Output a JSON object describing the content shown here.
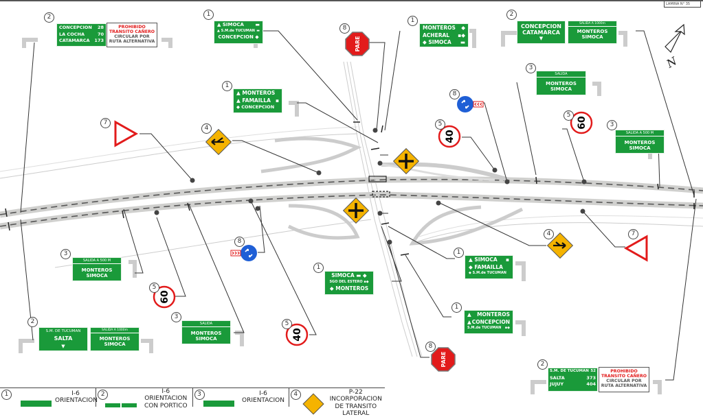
{
  "sheet": {
    "label": "LAMINA N°",
    "number": "35"
  },
  "north_label": "N",
  "signs": {
    "s2_top_left": {
      "ref": "2",
      "rows": [
        [
          "CONCEPCION",
          "28"
        ],
        [
          "LA COCHA",
          "70"
        ],
        [
          "CATAMARCA",
          "173"
        ]
      ],
      "notice": [
        "PROHIBIDO",
        "TRANSITO CAÑERO",
        "CIRCULAR POR",
        "RUTA ALTERNATIVA"
      ]
    },
    "s1_simoca": {
      "ref": "1",
      "rows": [
        "SIMOCA",
        "S.M.de TUCUMAN",
        "CONCEPCION"
      ]
    },
    "s8_pare_top": {
      "ref": "8",
      "text": "PARE"
    },
    "s1_monteros_top": {
      "ref": "1",
      "rows": [
        "MONTEROS",
        "ACHERAL",
        "SIMOCA"
      ]
    },
    "s2_top_right": {
      "ref": "2",
      "left": [
        "CONCEPCION",
        "CATAMARCA"
      ],
      "header": "SALIDA A 1000m",
      "right": [
        "MONTEROS",
        "SIMOCA"
      ]
    },
    "s3_top_right": {
      "ref": "3",
      "header": "SALIDA",
      "rows": [
        "MONTEROS",
        "SIMOCA"
      ]
    },
    "s1_monteros_mid": {
      "ref": "1",
      "rows": [
        "MONTEROS",
        "FAMAILLA",
        "CONCEPCION"
      ]
    },
    "s8_blue_top": {
      "ref": "8"
    },
    "s5_40_top": {
      "ref": "5",
      "value": "40"
    },
    "s5_60_top": {
      "ref": "5",
      "value": "60"
    },
    "s3_right": {
      "ref": "3",
      "header": "SALIDA A 500 M",
      "rows": [
        "MONTEROS",
        "SIMOCA"
      ]
    },
    "s7_left": {
      "ref": "7",
      "text": "CEDA EL PASO"
    },
    "s4_left": {
      "ref": "4"
    },
    "s4_center_top": {},
    "s4_center_bottom": {},
    "s4_right": {
      "ref": "4"
    },
    "s7_right": {
      "ref": "7",
      "text": "CEDA EL PASO"
    },
    "s8_blue_bottom": {
      "ref": "8"
    },
    "s3_left": {
      "ref": "3",
      "header": "SALIDA A 500 M",
      "rows": [
        "MONTEROS",
        "SIMOCA"
      ]
    },
    "s5_60_bottom": {
      "ref": "5",
      "value": "60"
    },
    "s1_simoca_bottom": {
      "ref": "1",
      "rows": [
        "SIMOCA",
        "SGO DEL ESTERO",
        "MONTEROS"
      ]
    },
    "s1_simoca_right": {
      "ref": "1",
      "rows": [
        "SIMOCA",
        "FAMAILLA",
        "S.M.de TUCUMAN"
      ]
    },
    "s1_monteros_bottom": {
      "ref": "1",
      "rows": [
        "MONTEROS",
        "CONCEPCION",
        "S.M.de TUCUMAN"
      ]
    },
    "s2_bottom_left": {
      "ref": "2",
      "left": [
        "S.M. DE TUCUMAN",
        "SALTA"
      ],
      "header": "SALIDA A 1000m",
      "right": [
        "MONTEROS",
        "SIMOCA"
      ]
    },
    "s3_bottom": {
      "ref": "3",
      "header": "SALIDA",
      "rows": [
        "MONTEROS",
        "SIMOCA"
      ]
    },
    "s5_40_bottom": {
      "ref": "5",
      "value": "40"
    },
    "s8_pare_bottom": {
      "ref": "8",
      "text": "PARE"
    },
    "s2_bottom_right": {
      "ref": "2",
      "rows": [
        [
          "S.M. DE TUCUMAN",
          "52"
        ],
        [
          "SALTA",
          "373"
        ],
        [
          "JUJUY",
          "404"
        ]
      ],
      "notice": [
        "PROHIBIDO",
        "TRANSITO CAÑERO",
        "CIRCULAR POR",
        "RUTA ALTERNATIVA"
      ]
    }
  },
  "legend": [
    {
      "ref": "1",
      "code": "I-6",
      "title": "ORIENTACION"
    },
    {
      "ref": "2",
      "code": "I-6",
      "title": "ORIENTACION CON PORTICO"
    },
    {
      "ref": "3",
      "code": "I-6",
      "title": "ORIENTACION"
    },
    {
      "ref": "4",
      "code": "P-22",
      "title": "INCORPORACION DE TRANSITO LATERAL"
    }
  ]
}
